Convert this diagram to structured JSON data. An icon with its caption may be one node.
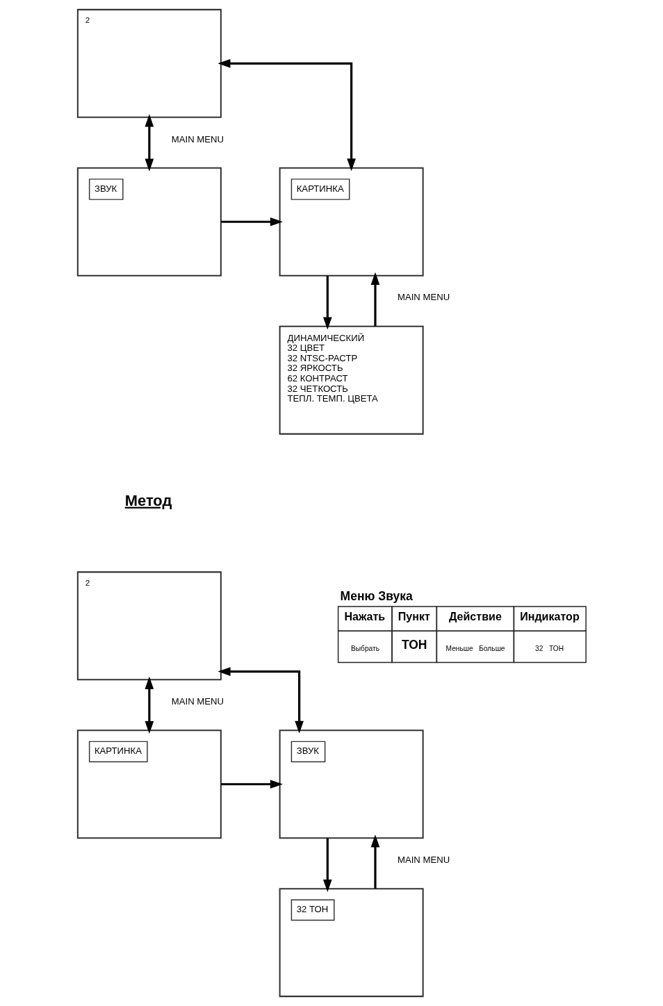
{
  "diagram": {
    "nodes": [
      {
        "text": [
          "2"
        ]
      },
      {
        "text": [
          "ЗВУК"
        ]
      },
      {
        "text": [
          "КАРТИНКА"
        ]
      },
      {
        "text": [
          "ДИНАМИЧЕСКИЙ",
          "32 ЦВЕТ",
          "32 NTSC-РАСТР",
          "32 ЯРКОСТЬ",
          "62 КОНТРАСТ",
          "32 ЧЕТКОСТЬ",
          "ТЕПЛ. ТЕМП. ЦВЕТА"
        ]
      },
      {
        "text": [
          "2"
        ]
      },
      {
        "text": [
          "КАРТИНКА"
        ]
      },
      {
        "text": [
          "ЗВУК"
        ]
      },
      {
        "text": [
          "32 ТОН"
        ]
      }
    ],
    "edges": [
      {
        "from": 0,
        "to": 1,
        "arrow": "both",
        "label": "MAIN MENU"
      },
      {
        "from": 0,
        "to": 2,
        "arrow": "both"
      },
      {
        "from": 1,
        "to": 2,
        "arrow": "to"
      },
      {
        "from": 2,
        "to": 3,
        "arrow": "to"
      },
      {
        "from": 3,
        "to": 2,
        "arrow": "to",
        "label": "MAIN MENU"
      },
      {
        "from": 4,
        "to": 5,
        "arrow": "both",
        "label": "MAIN MENU"
      },
      {
        "from": 4,
        "to": 6,
        "arrow": "both"
      },
      {
        "from": 5,
        "to": 6,
        "arrow": "to"
      },
      {
        "from": 6,
        "to": 7,
        "arrow": "to"
      },
      {
        "from": 7,
        "to": 6,
        "arrow": "to",
        "label": "MAIN MENU"
      }
    ],
    "labels": [
      "Метод",
      "Меню Звука",
      "Нажать",
      "Пункт",
      "Действие",
      "Индикатор",
      "Выбрать",
      "ТОН",
      "Меньше",
      "Больше",
      "32",
      "ТОН"
    ]
  }
}
